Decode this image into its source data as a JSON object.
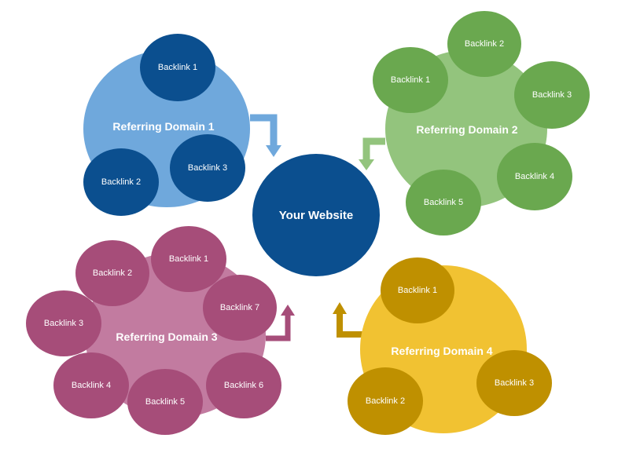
{
  "center": {
    "label": "Your Website",
    "color": "#0b4f8f"
  },
  "domains": [
    {
      "id": "domain1",
      "label": "Referring Domain 1",
      "color": "#6fa8dc",
      "backlink_color": "#0b4f8f",
      "backlinks": [
        "Backlink 1",
        "Backlink 2",
        "Backlink 3"
      ]
    },
    {
      "id": "domain2",
      "label": "Referring Domain 2",
      "color": "#93c47d",
      "backlink_color": "#6aa84f",
      "backlinks": [
        "Backlink 1",
        "Backlink 2",
        "Backlink 3",
        "Backlink 4",
        "Backlink 5"
      ]
    },
    {
      "id": "domain3",
      "label": "Referring Domain 3",
      "color": "#c27ba0",
      "backlink_color": "#a64d79",
      "backlinks": [
        "Backlink 1",
        "Backlink 2",
        "Backlink 3",
        "Backlink 4",
        "Backlink 5",
        "Backlink 6",
        "Backlink 7"
      ]
    },
    {
      "id": "domain4",
      "label": "Referring Domain 4",
      "color": "#f1c232",
      "backlink_color": "#bf9000",
      "backlinks": [
        "Backlink 1",
        "Backlink 2",
        "Backlink 3"
      ]
    }
  ]
}
